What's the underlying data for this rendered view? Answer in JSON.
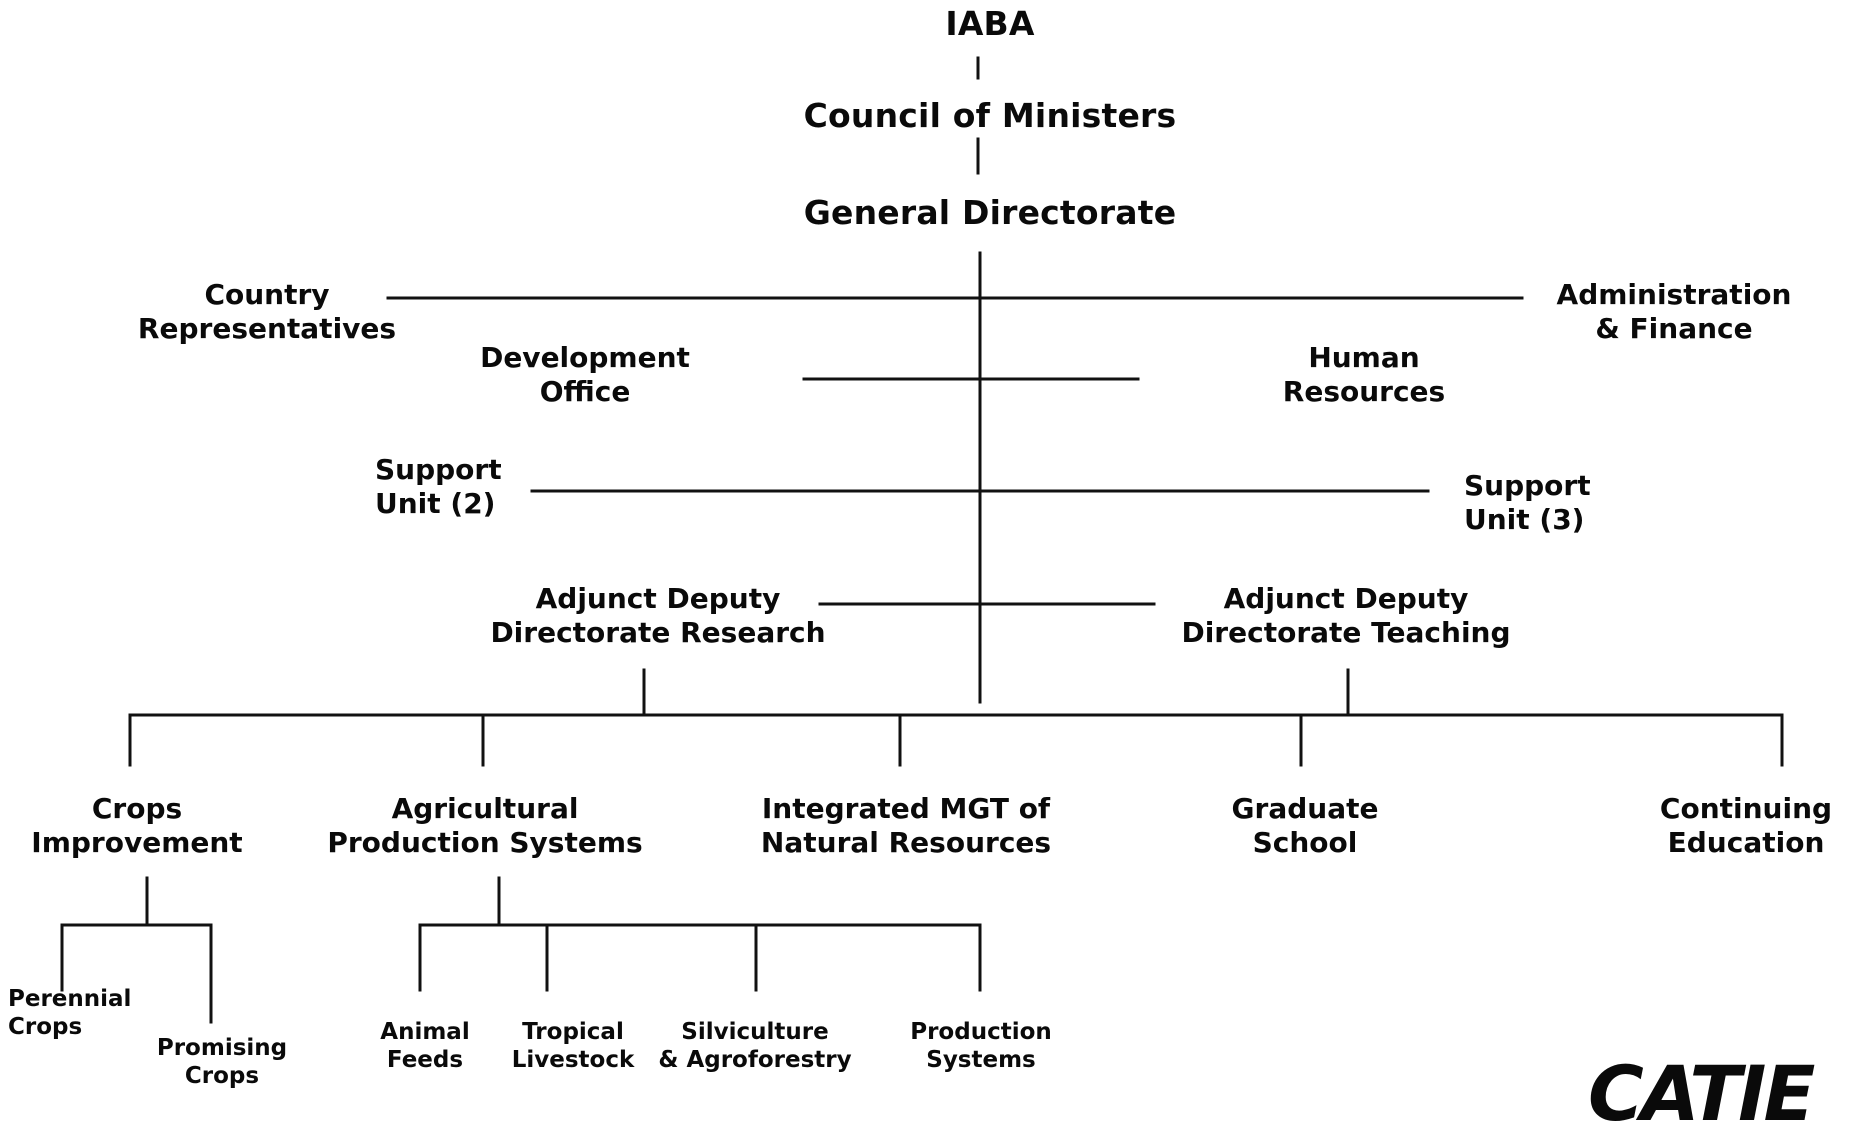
{
  "chart": {
    "root": "IABA",
    "council": "Council of Ministers",
    "general": "General Directorate",
    "country_rep": {
      "line1": "Country",
      "line2": "Representatives"
    },
    "admin_finance": {
      "line1": "Administration",
      "line2": "& Finance"
    },
    "development_office": {
      "line1": "Development",
      "line2": "Office"
    },
    "human_resources": {
      "line1": "Human",
      "line2": "Resources"
    },
    "support_unit_2": {
      "line1": "Support",
      "line2": "Unit (2)"
    },
    "support_unit_3": {
      "line1": "Support",
      "line2": "Unit (3)"
    },
    "deputy_research": {
      "line1": "Adjunct Deputy",
      "line2": "Directorate Research"
    },
    "deputy_teaching": {
      "line1": "Adjunct Deputy",
      "line2": "Directorate Teaching"
    },
    "crops_improvement": {
      "line1": "Crops",
      "line2": "Improvement"
    },
    "agri_production": {
      "line1": "Agricultural",
      "line2": "Production Systems"
    },
    "integrated_mgt": {
      "line1": "Integrated MGT of",
      "line2": "Natural Resources"
    },
    "graduate_school": {
      "line1": "Graduate",
      "line2": "School"
    },
    "continuing_education": {
      "line1": "Continuing",
      "line2": "Education"
    },
    "perennial_crops": {
      "line1": "Perennial",
      "line2": "Crops"
    },
    "promising_crops": {
      "line1": "Promising",
      "line2": "Crops"
    },
    "animal_feeds": {
      "line1": "Animal",
      "line2": "Feeds"
    },
    "tropical_livestock": {
      "line1": "Tropical",
      "line2": "Livestock"
    },
    "silviculture": {
      "line1": "Silviculture",
      "line2": "& Agroforestry"
    },
    "production_systems": {
      "line1": "Production",
      "line2": "Systems"
    }
  },
  "logo_text": "CATIE",
  "line_color": "#111111",
  "text_color": "#0a0a0a"
}
